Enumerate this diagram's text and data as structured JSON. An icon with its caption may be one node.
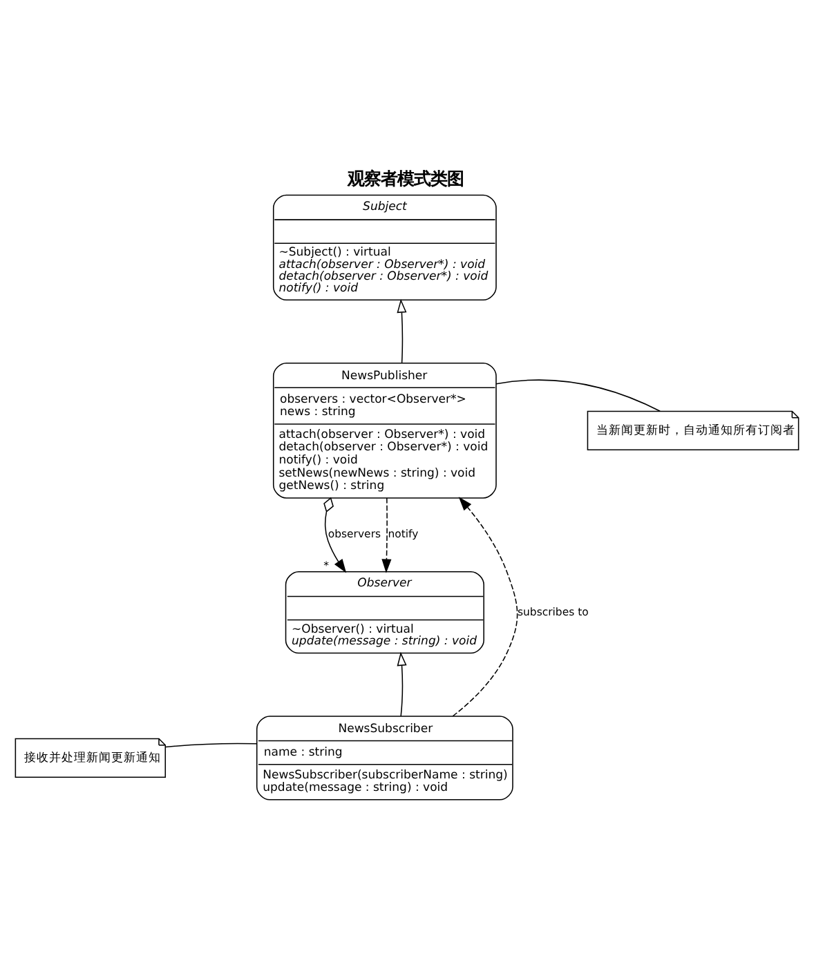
{
  "diagram": {
    "title": "观察者模式类图",
    "nodes": [
      {
        "text": [
          "Subject",
          "~Subject() : virtual",
          "attach(observer : Observer*) : void",
          "detach(observer : Observer*) : void",
          "notify() : void"
        ]
      },
      {
        "text": [
          "NewsPublisher",
          "observers : vector<Observer*>",
          "news : string",
          "attach(observer : Observer*) : void",
          "detach(observer : Observer*) : void",
          "notify() : void",
          "setNews(newNews : string) : void",
          "getNews() : string"
        ]
      },
      {
        "text": [
          "当新闻更新时，自动通知所有订阅者"
        ]
      },
      {
        "text": [
          "Observer",
          "~Observer() : virtual",
          "update(message : string) : void"
        ]
      },
      {
        "text": [
          "接收并处理新闻更新通知"
        ]
      },
      {
        "text": [
          "NewsSubscriber",
          "name : string",
          "NewsSubscriber(subscriberName : string)",
          "update(message : string) : void"
        ]
      }
    ],
    "edges": [
      {
        "from": 1,
        "to": 0,
        "arrow": "to"
      },
      {
        "from": 1,
        "to": 3,
        "arrow": "to",
        "label": "observers"
      },
      {
        "from": 1,
        "to": 3,
        "arrow": "to",
        "label": "notify",
        "style": "dashed"
      },
      {
        "from": 5,
        "to": 3,
        "arrow": "to"
      },
      {
        "from": 5,
        "to": 1,
        "arrow": "to",
        "label": "subscribes to",
        "style": "dashed"
      },
      {
        "from": 2,
        "to": 1,
        "arrow": "none"
      },
      {
        "from": 4,
        "to": 5,
        "arrow": "none"
      }
    ],
    "labels": [
      "*"
    ]
  }
}
